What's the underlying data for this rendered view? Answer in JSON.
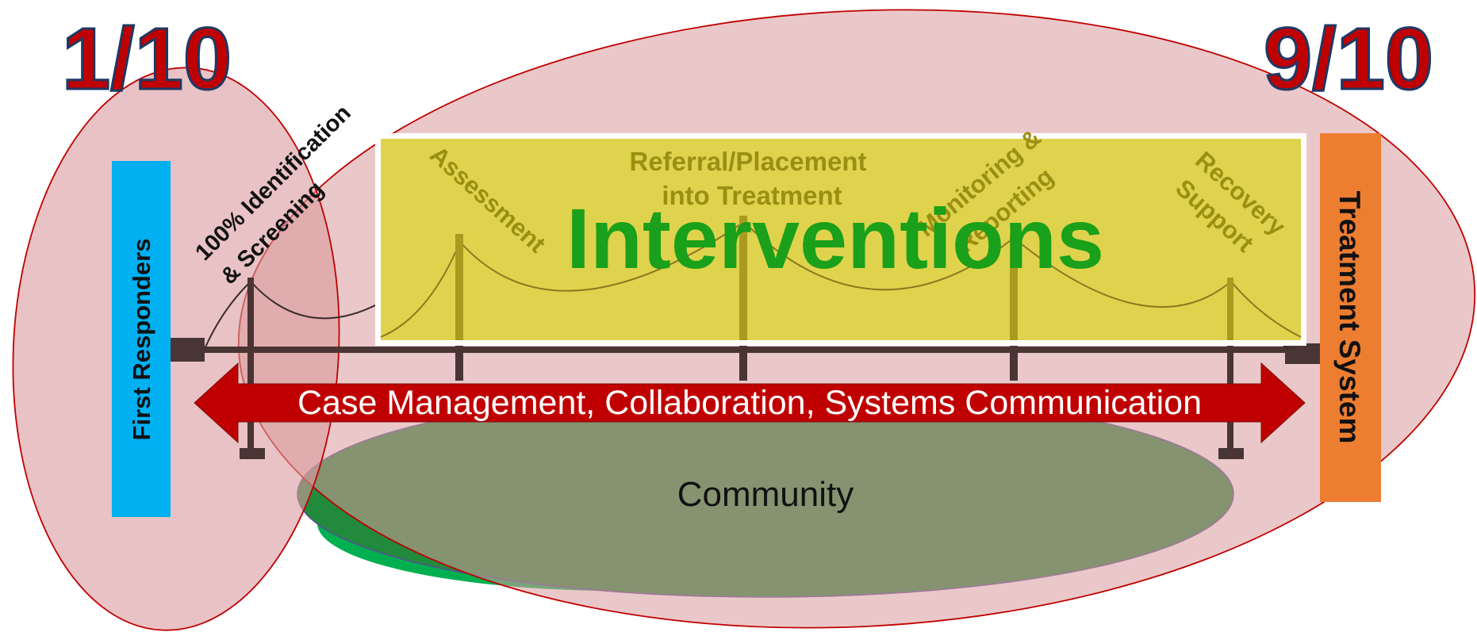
{
  "ratios": {
    "left": "1/10",
    "right": "9/10"
  },
  "labels": {
    "first_responders": "First Responders",
    "treatment_system": "Treatment System",
    "identification_line1": "100% Identification",
    "identification_line2": "& Screening",
    "assessment": "Assessment",
    "referral_line1": "Referral/Placement",
    "referral_line2": "into Treatment",
    "monitoring_line1": "Monitoring &",
    "monitoring_line2": "Reporting",
    "recovery_line1": "Recovery",
    "recovery_line2": "Support",
    "interventions": "Interventions",
    "case_management": "Case Management, Collaboration, Systems Communication",
    "community": "Community"
  },
  "colors": {
    "ellipse_fill": "#d99a9c",
    "ellipse_stroke": "#c00000",
    "ratio_text": "#c00000",
    "ratio_outline": "#1f3864",
    "first_responders_bar": "#00b0f0",
    "treatment_bar": "#ed7d31",
    "interventions_box": "#dccf3e",
    "interventions_text": "#1aa01a",
    "stage_text": "#9a8f12",
    "arrow": "#c00000",
    "community_fill": "#218a3c",
    "community_highlight": "#00b050",
    "bridge": "#4a3535"
  }
}
